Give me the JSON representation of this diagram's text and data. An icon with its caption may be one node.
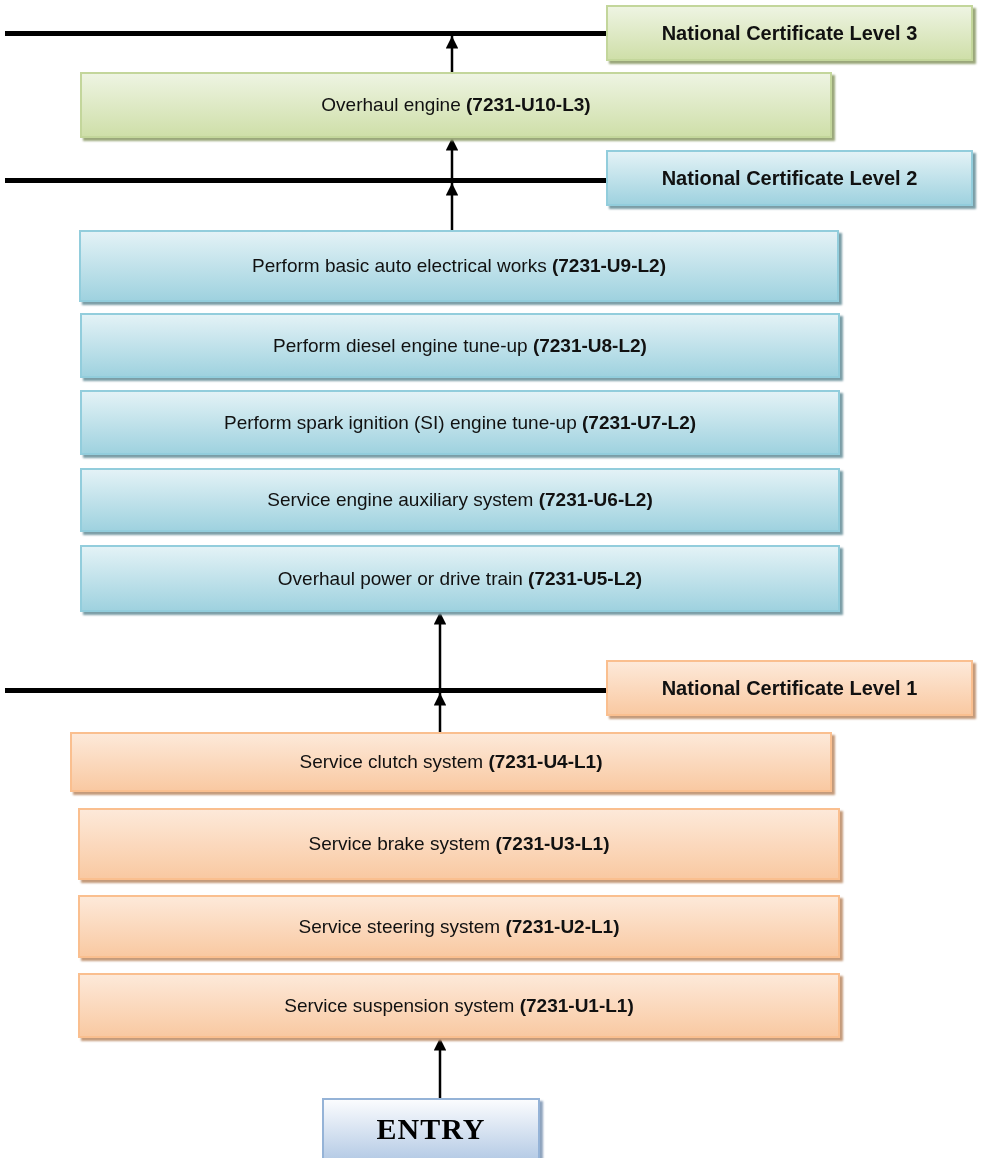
{
  "diagram": {
    "nodes": [
      {
        "text": [],
        "shape": "bar"
      },
      {
        "text": [
          "National Certificate Level 3"
        ]
      },
      {
        "text": [
          "Overhaul engine **(7231-U10-L3)**"
        ]
      },
      {
        "text": [],
        "shape": "bar"
      },
      {
        "text": [
          "National Certificate Level 2"
        ]
      },
      {
        "text": [
          "Perform basic auto electrical works **(7231-U9-L2)**"
        ]
      },
      {
        "text": [
          "Perform diesel engine tune-up **(7231-U8-L2)**"
        ]
      },
      {
        "text": [
          "Perform spark ignition (SI) engine tune-up **(7231-U7-L2)**"
        ]
      },
      {
        "text": [
          "Service engine auxiliary system **(7231-U6-L2)**"
        ]
      },
      {
        "text": [
          "Overhaul power or drive train **(7231-U5-L2)**"
        ]
      },
      {
        "text": [],
        "shape": "bar"
      },
      {
        "text": [
          "National Certificate Level 1"
        ]
      },
      {
        "text": [
          "Service clutch system **(7231-U4-L1)**"
        ]
      },
      {
        "text": [
          "Service brake system **(7231-U3-L1)**"
        ]
      },
      {
        "text": [
          "Service steering system **(7231-U2-L1)**"
        ]
      },
      {
        "text": [
          "Service suspension system **(7231-U1-L1)**"
        ]
      },
      {
        "text": [
          "ENTRY"
        ]
      }
    ],
    "edges": [
      {
        "from": 2,
        "to": 0,
        "arrow": "to"
      },
      {
        "from": 5,
        "to": 3,
        "arrow": "to"
      },
      {
        "from": 3,
        "to": 2,
        "arrow": "to"
      },
      {
        "from": 12,
        "to": 10,
        "arrow": "to"
      },
      {
        "from": 10,
        "to": 9,
        "arrow": "to"
      },
      {
        "from": 16,
        "to": 15,
        "arrow": "to"
      }
    ]
  }
}
